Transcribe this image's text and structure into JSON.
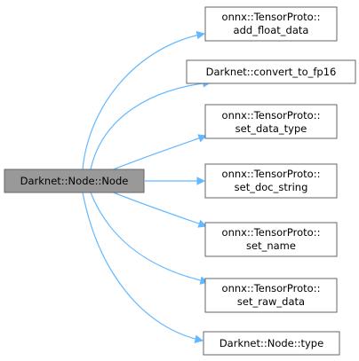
{
  "graph": {
    "root": {
      "id": "node-root",
      "lines": [
        "Darknet::Node::Node"
      ],
      "fill": "#999999",
      "stroke": "#666666"
    },
    "children": [
      {
        "id": "node-add-float-data",
        "lines": [
          "onnx::TensorProto::",
          "add_float_data"
        ]
      },
      {
        "id": "node-convert-to-fp16",
        "lines": [
          "Darknet::convert_to_fp16"
        ]
      },
      {
        "id": "node-set-data-type",
        "lines": [
          "onnx::TensorProto::",
          "set_data_type"
        ]
      },
      {
        "id": "node-set-doc-string",
        "lines": [
          "onnx::TensorProto::",
          "set_doc_string"
        ]
      },
      {
        "id": "node-set-name",
        "lines": [
          "onnx::TensorProto::",
          "set_name"
        ]
      },
      {
        "id": "node-set-raw-data",
        "lines": [
          "onnx::TensorProto::",
          "set_raw_data"
        ]
      },
      {
        "id": "node-node-type",
        "lines": [
          "Darknet::Node::type"
        ]
      }
    ],
    "colors": {
      "edge": "#63b8ff",
      "node_fill": "#ffffff",
      "node_stroke": "#666666",
      "text": "#000000"
    }
  }
}
